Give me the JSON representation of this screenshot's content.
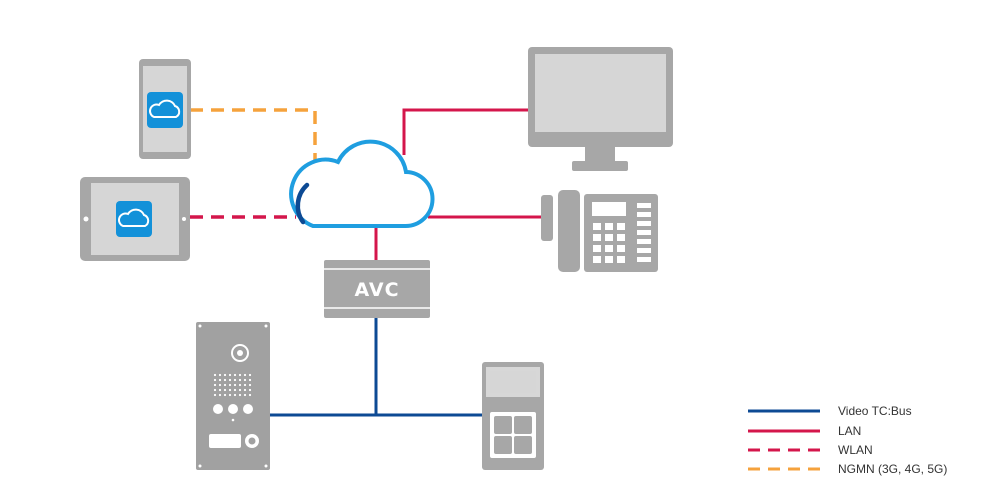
{
  "colors": {
    "video_bus": "#0d4a94",
    "lan": "#d4164b",
    "wlan": "#d4164b",
    "ngmn": "#f5a23c",
    "device_gray": "#a7a7a7",
    "screen_gray": "#d6d6d6",
    "cloud_blue": "#1f9ee0",
    "app_blue": "#1391d9"
  },
  "gateway": {
    "label": "AVC"
  },
  "legend": [
    {
      "label": "Video TC:Bus",
      "style": "solid",
      "color": "#0d4a94"
    },
    {
      "label": "LAN",
      "style": "solid",
      "color": "#d4164b"
    },
    {
      "label": "WLAN",
      "style": "dashed",
      "color": "#d4164b"
    },
    {
      "label": "NGMN (3G, 4G, 5G)",
      "style": "dashed",
      "color": "#f5a23c"
    }
  ],
  "devices": {
    "smartphone": "smartphone-icon",
    "tablet": "tablet-icon",
    "cloud": "cloud-icon",
    "monitor": "monitor-icon",
    "desk_phone": "desk-phone-icon",
    "gateway": "gateway-icon",
    "door_station": "door-station-icon",
    "indoor_station": "indoor-station-icon"
  }
}
